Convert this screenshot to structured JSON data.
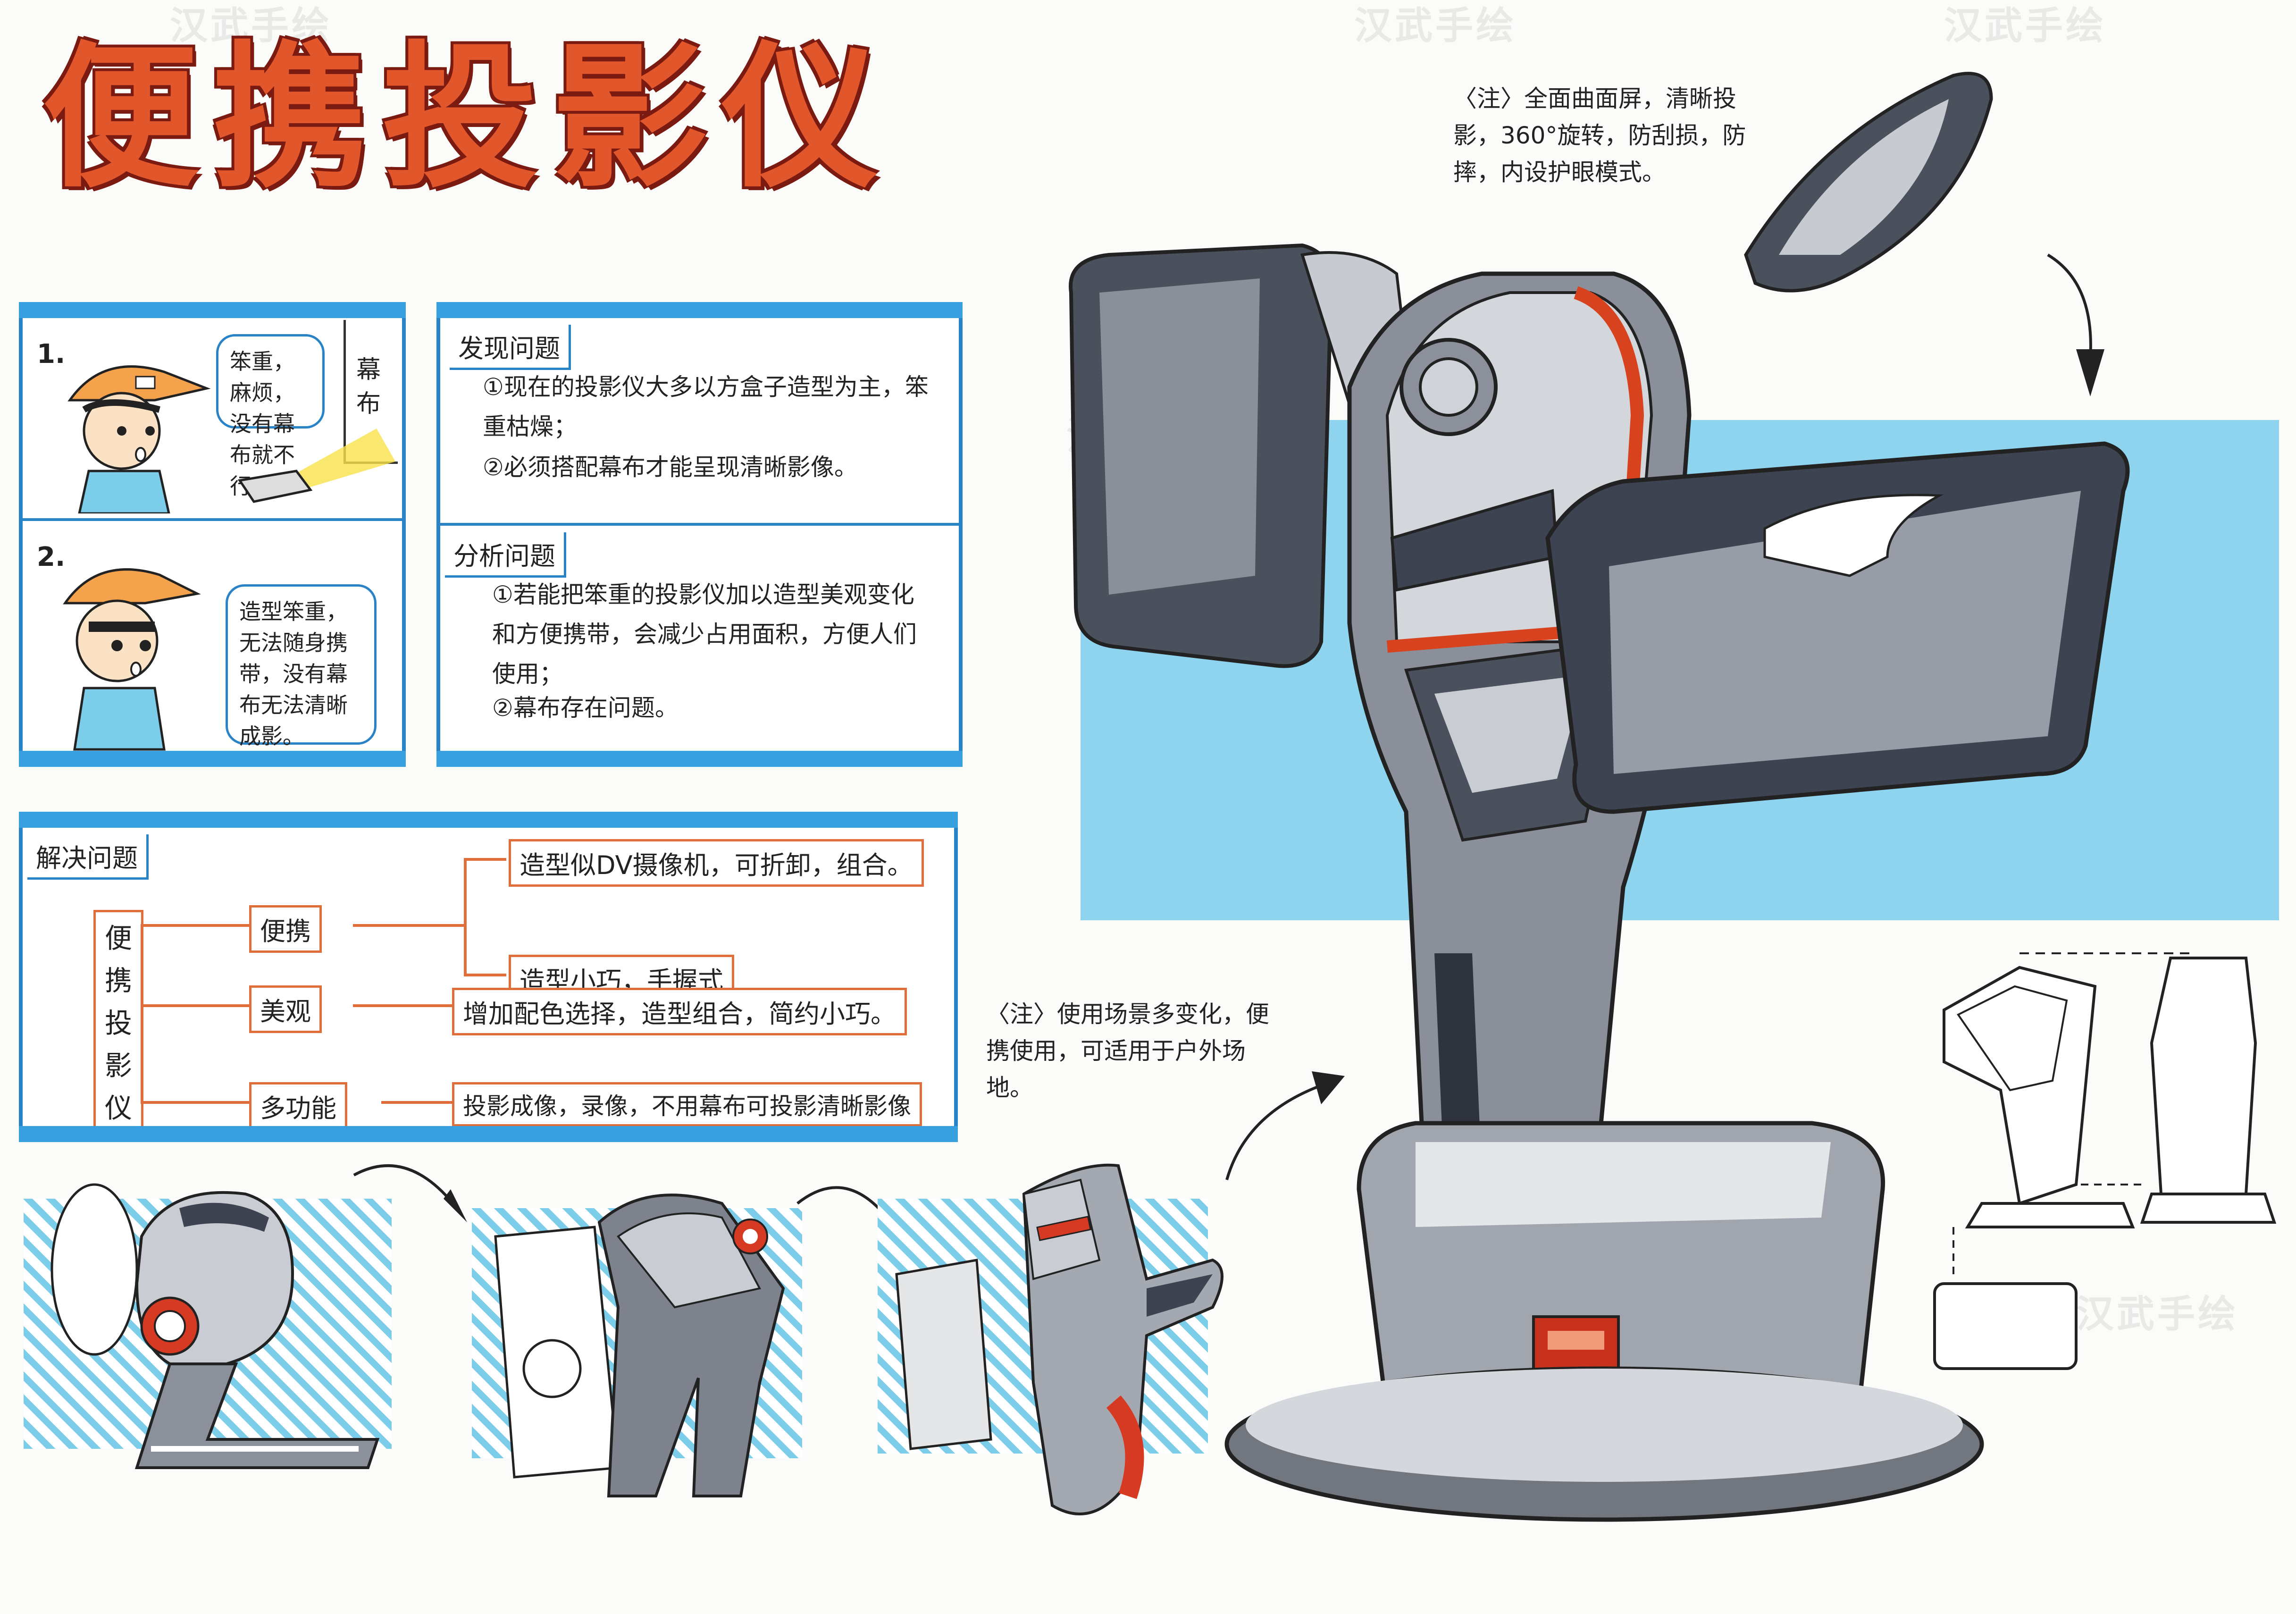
{
  "title": "便携投影仪",
  "watermark": "汉武手绘",
  "colors": {
    "accent_blue": "#2a83c6",
    "accent_orange": "#e06e3a",
    "title_red": "#e2562b"
  },
  "scenarios": {
    "step1_number": "1.",
    "step1_bubble": "笨重，麻烦，没有幕布就不行了。",
    "step1_screen": "幕布",
    "step2_number": "2.",
    "step2_bubble": "造型笨重，无法随身携带，没有幕布无法清晰成影。"
  },
  "discover": {
    "heading": "发现问题",
    "items": [
      "①现在的投影仪大多以方盒子造型为主，笨重枯燥；",
      "②必须搭配幕布才能呈现清晰影像。"
    ]
  },
  "analyze": {
    "heading": "分析问题",
    "items": [
      "①若能把笨重的投影仪加以造型美观变化和方便携带，会减少占用面积，方便人们使用；",
      "②幕布存在问题。"
    ]
  },
  "solve": {
    "heading": "解决问题",
    "root": "便携投影仪",
    "branches": [
      {
        "label": "便携",
        "details": [
          "造型似DV摄像机，可折卸，组合。",
          "造型小巧，手握式"
        ]
      },
      {
        "label": "美观",
        "details": [
          "增加配色选择，造型组合，简约小巧。"
        ]
      },
      {
        "label": "多功能",
        "details": [
          "投影成像，录像，不用幕布可投影清晰影像"
        ]
      }
    ]
  },
  "notes": {
    "top_right": "〈注〉全面曲面屏，清晰投影，360°旋转，防刮损，防摔，内设护眼模式。",
    "middle": "〈注〉使用场景多变化，便携使用，可适用于户外场地。"
  }
}
